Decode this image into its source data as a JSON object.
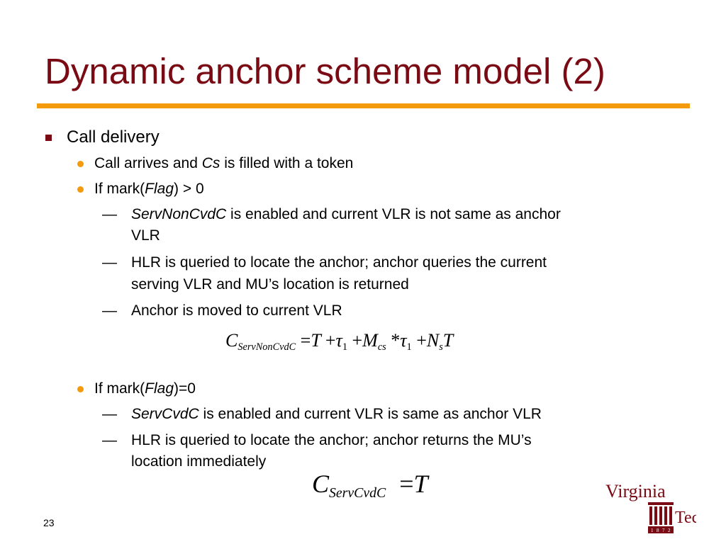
{
  "slide": {
    "title": "Dynamic anchor scheme model (2)",
    "page_number": "23"
  },
  "colors": {
    "title": "#7a0a14",
    "accent_rule": "#f49b0d",
    "bullet_square": "#7a0a14",
    "bullet_dot": "#f49b0d"
  },
  "content": {
    "l1_call_delivery": "Call delivery",
    "b1": {
      "pre": "Call arrives and ",
      "em": "Cs",
      "post": " is filled with a token"
    },
    "b2": {
      "pre": "If mark(",
      "em": "Flag",
      "post": ") > 0"
    },
    "b2_1": {
      "em": "ServNonCvdC",
      "post": " is enabled and current VLR is not same as anchor",
      "cont": "VLR"
    },
    "b2_2": {
      "text": "HLR is queried to locate the anchor; anchor queries the current",
      "cont": "serving VLR and MU’s location is returned"
    },
    "b2_3": {
      "text": "Anchor is moved to current VLR"
    },
    "b3": {
      "pre": "If mark(",
      "em": "Flag",
      "post": ")=0"
    },
    "b3_1": {
      "em": "ServCvdC",
      "post": " is enabled and current VLR is same as anchor VLR"
    },
    "b3_2": {
      "text": "HLR is queried to locate the anchor; anchor returns the MU’s",
      "cont": "location immediately"
    },
    "dash_glyph": "—"
  },
  "equations": {
    "eq1": {
      "lhs_symbol": "C",
      "lhs_sub": "ServNonCvdC",
      "eq_sign": "=",
      "t1": "T",
      "plus1": "+",
      "tau1": "τ",
      "tau1_sub": "1",
      "plus2": "+",
      "m": "M",
      "m_sub": "cs",
      "star": "*",
      "tau2": "τ",
      "tau2_sub": "1",
      "plus3": "+",
      "n": "N",
      "n_sub": "s",
      "t2": "T"
    },
    "eq2": {
      "lhs_symbol": "C",
      "lhs_sub": "ServCvdC",
      "eq_sign": "=",
      "rhs": "T"
    }
  },
  "logo": {
    "word1": "Virginia",
    "word2": "Tech",
    "year_digits": [
      "1",
      "8",
      "7",
      "2"
    ],
    "color": "#7a0a14"
  }
}
